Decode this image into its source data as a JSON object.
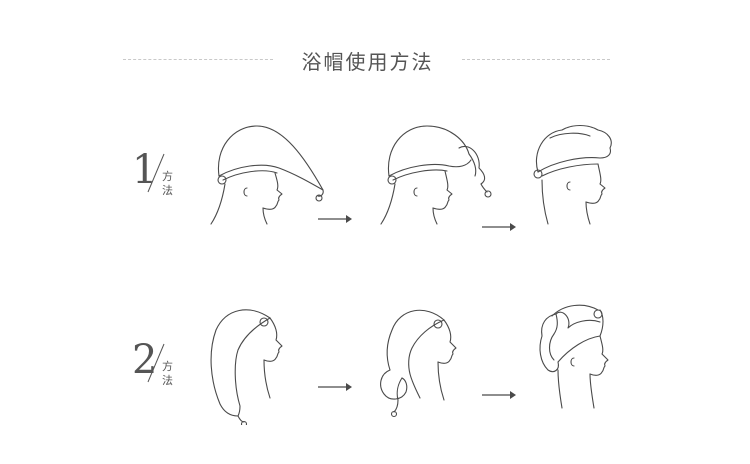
{
  "title": "浴帽使用方法",
  "steps": [
    {
      "number": "1",
      "word": "方法"
    },
    {
      "number": "2",
      "word": "方法"
    }
  ],
  "colors": {
    "line": "#4a4a4a",
    "dash": "#c9c9c9",
    "text": "#555555"
  }
}
